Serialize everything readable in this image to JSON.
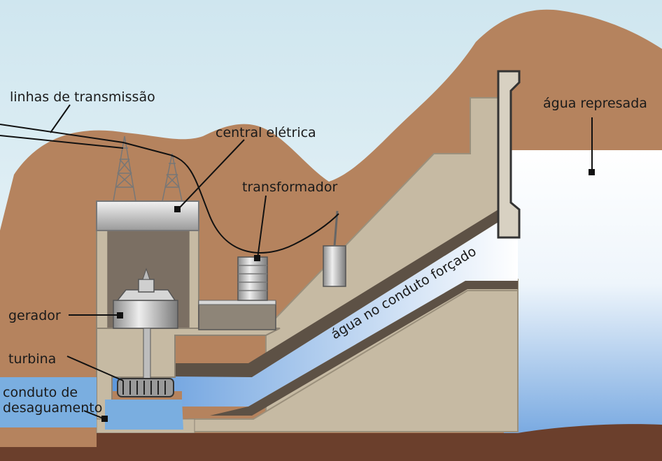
{
  "labels": {
    "transmission_lines": "linhas de transmissão",
    "power_station": "central elétrica",
    "transformer": "transformador",
    "reservoir": "água represada",
    "generator": "gerador",
    "turbine": "turbina",
    "outflow_line1": "conduto de",
    "outflow_line2": "desaguamento",
    "penstock_water": "água no conduto forçado"
  },
  "colors": {
    "sky": "#e3f1f6",
    "hill": "#b5835e",
    "concrete": "#c5b9a2",
    "concrete_dark": "#8a8070",
    "water": "#7aaee0",
    "water_light": "#ffffff",
    "ground": "#6b3f2c",
    "leader": "#111111"
  }
}
